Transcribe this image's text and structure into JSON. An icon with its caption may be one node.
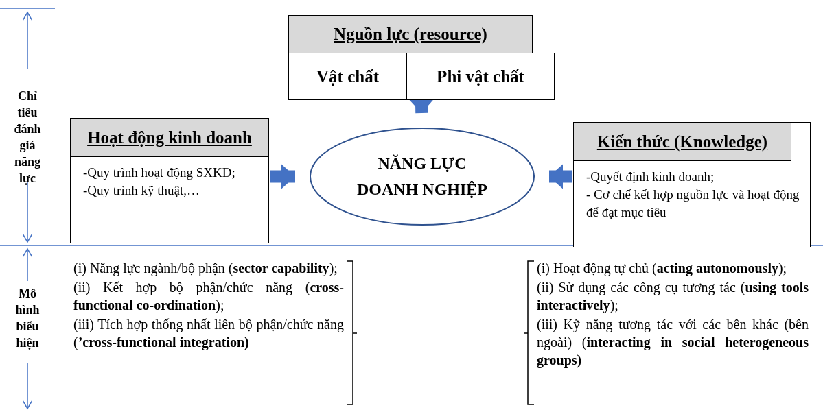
{
  "diagram": {
    "nodes": [
      {
        "text": [
          "Nguồn lực (resource)"
        ]
      },
      {
        "text": [
          "Vật chất"
        ],
        "in": 0
      },
      {
        "text": [
          "Phi vật chất"
        ],
        "in": 0
      },
      {
        "text": [
          "Hoạt động kinh doanh",
          "-Quy trình hoạt động SXKD;",
          "-Quy trình kỹ thuật,…"
        ]
      },
      {
        "text": [
          "NĂNG LỰC DOANH NGHIỆP"
        ]
      },
      {
        "text": [
          "Kiến thức (Knowledge)",
          "-Quyết định kinh doanh;",
          "- Cơ chế kết hợp nguồn lực và hoạt động để đạt mục tiêu"
        ]
      }
    ],
    "edges": [
      {
        "from": 0,
        "to": 4,
        "arrow": "to"
      },
      {
        "from": 3,
        "to": 4,
        "arrow": "to"
      },
      {
        "from": 5,
        "to": 4,
        "arrow": "to"
      }
    ],
    "labels": [
      "Chỉ tiêu đánh giá năng lực",
      "Mô hình biểu hiện",
      "(i) Năng lực ngành/bộ phận (**sector capability**);",
      "(ii) Kết hợp bộ phận/chức năng (**cross-functional co-ordination**);",
      "(iii) Tích hợp thống nhất liên bộ phận/chức năng (**’cross-functional integration)**",
      "(i) Hoạt động tự chủ (**acting autonomously**);",
      "(ii) Sử dụng các công cụ tương tác (**using tools interactively**);",
      "(iii) Kỹ năng tương tác với các bên khác (bên ngoài) (**interacting in social heterogeneous groups)**"
    ]
  }
}
